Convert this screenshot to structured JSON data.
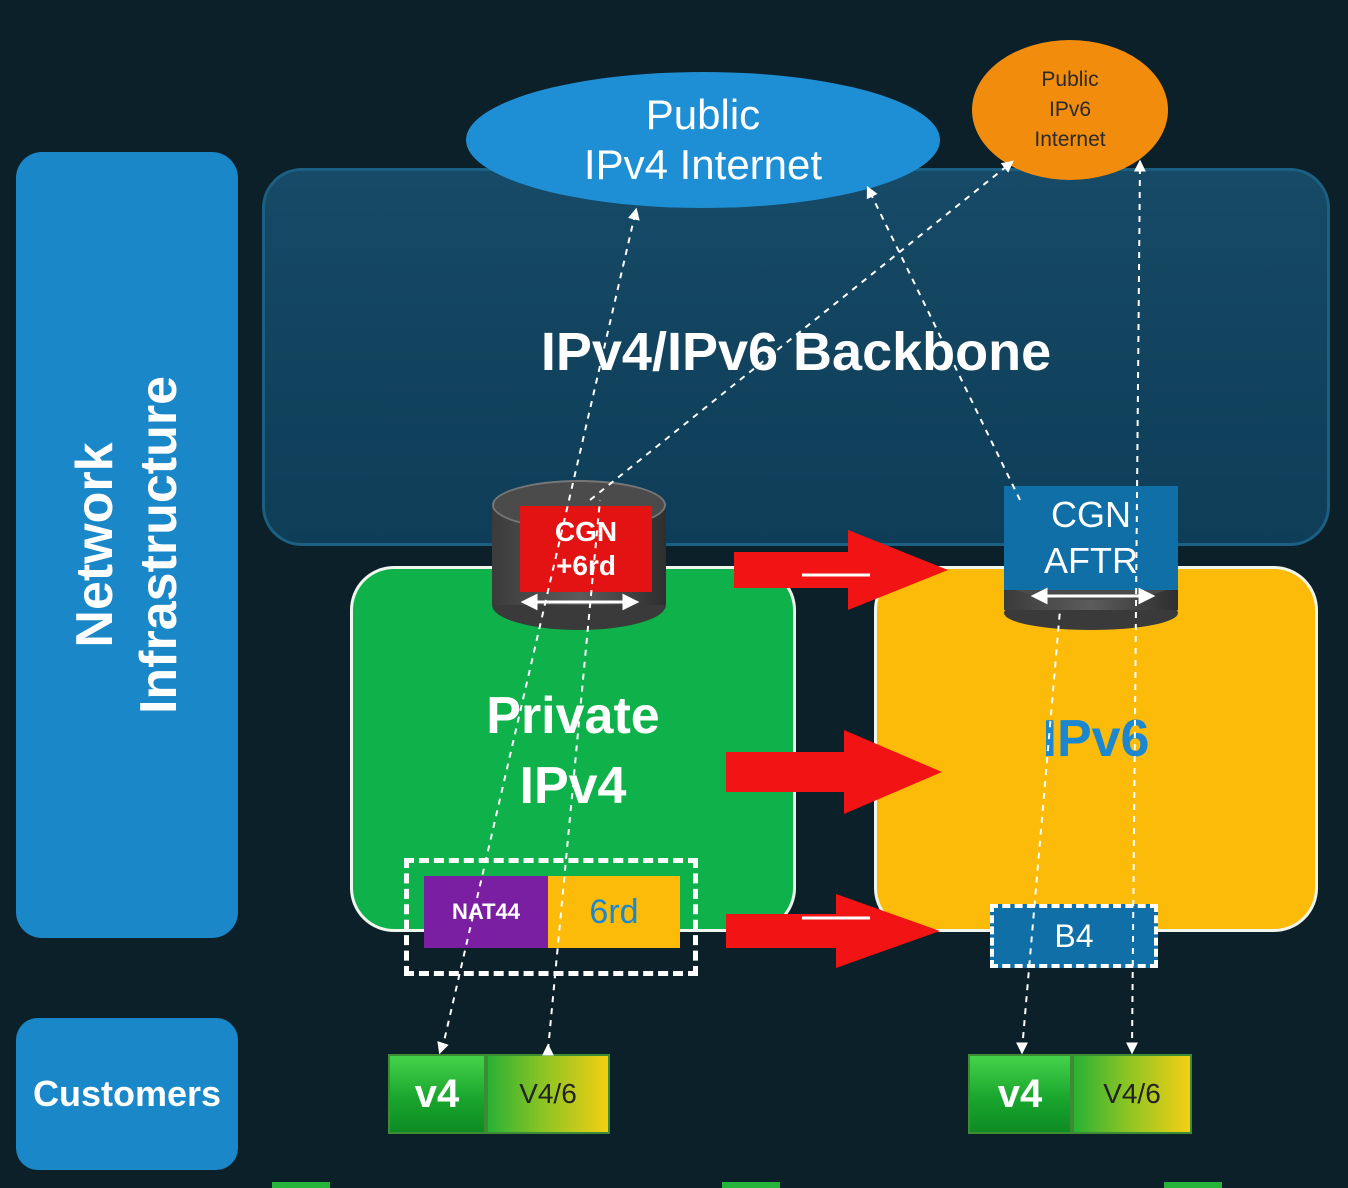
{
  "side": {
    "network_label_line1": "Network",
    "network_label_line2": "Infrastructure",
    "customers_label": "Customers"
  },
  "clouds": {
    "ipv4_line1": "Public",
    "ipv4_line2": "IPv4 Internet",
    "ipv6_line1": "Public",
    "ipv6_line2": "IPv6",
    "ipv6_line3": "Internet"
  },
  "backbone_label": "IPv4/IPv6 Backbone",
  "regions": {
    "private_line1": "Private",
    "private_line2": "IPv4",
    "ipv6": "IPv6"
  },
  "devices": {
    "cgn_left_line1": "CGN",
    "cgn_left_line2": "+6rd",
    "cgn_right_line1": "CGN",
    "cgn_right_line2": "AFTR"
  },
  "components": {
    "nat44": "NAT44",
    "sixrd": "6rd",
    "b4": "B4"
  },
  "customers": {
    "left_v4": "v4",
    "left_v46": "V4/6",
    "right_v4": "v4",
    "right_v46": "V4/6"
  },
  "colors": {
    "infrastructure_blue": "#1a87c9",
    "private_green": "#0fb14b",
    "ipv6_yellow": "#fdbb09",
    "ipv6_cloud_orange": "#f28c0c",
    "cgn_red": "#e31313",
    "nat44_purple": "#7b1fa2",
    "arrow_red": "#f21414"
  }
}
